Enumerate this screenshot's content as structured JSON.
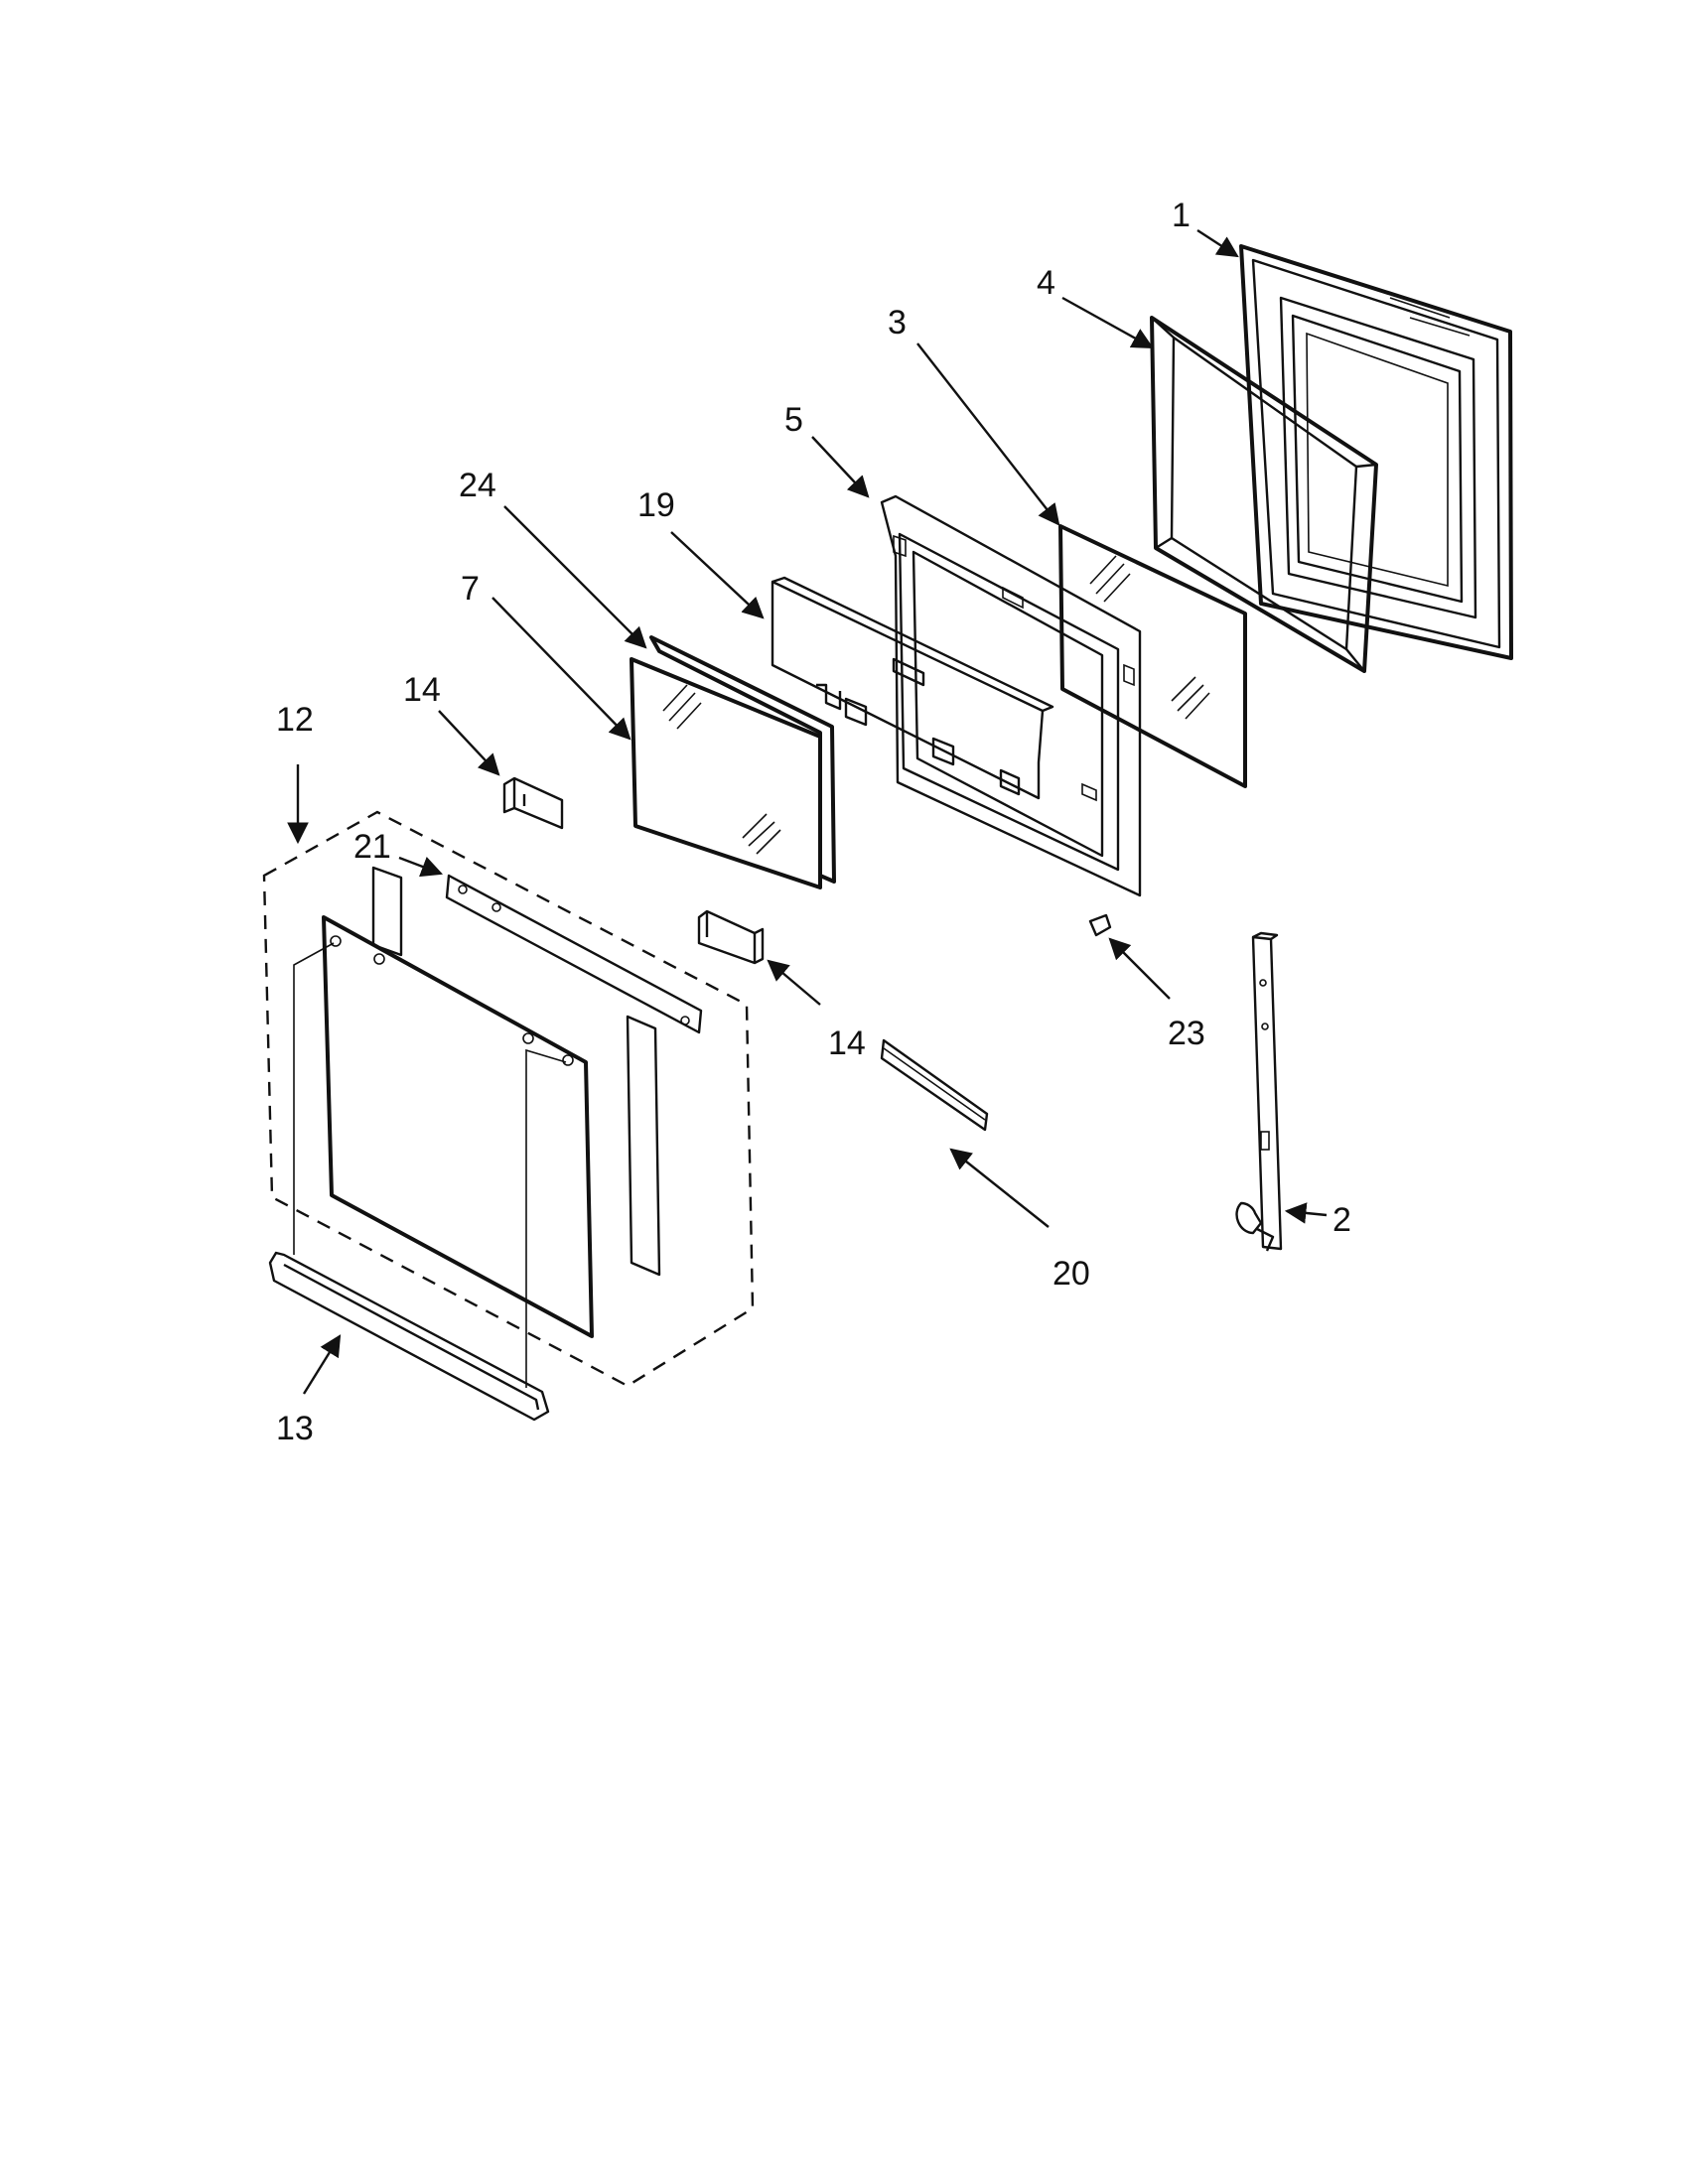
{
  "callouts": [
    {
      "id": "label-1",
      "text": "1"
    },
    {
      "id": "label-2",
      "text": "2"
    },
    {
      "id": "label-3",
      "text": "3"
    },
    {
      "id": "label-4",
      "text": "4"
    },
    {
      "id": "label-5",
      "text": "5"
    },
    {
      "id": "label-7",
      "text": "7"
    },
    {
      "id": "label-12",
      "text": "12"
    },
    {
      "id": "label-13",
      "text": "13"
    },
    {
      "id": "label-14a",
      "text": "14"
    },
    {
      "id": "label-14b",
      "text": "14"
    },
    {
      "id": "label-19",
      "text": "19"
    },
    {
      "id": "label-20",
      "text": "20"
    },
    {
      "id": "label-21",
      "text": "21"
    },
    {
      "id": "label-23",
      "text": "23"
    },
    {
      "id": "label-24",
      "text": "24"
    }
  ]
}
